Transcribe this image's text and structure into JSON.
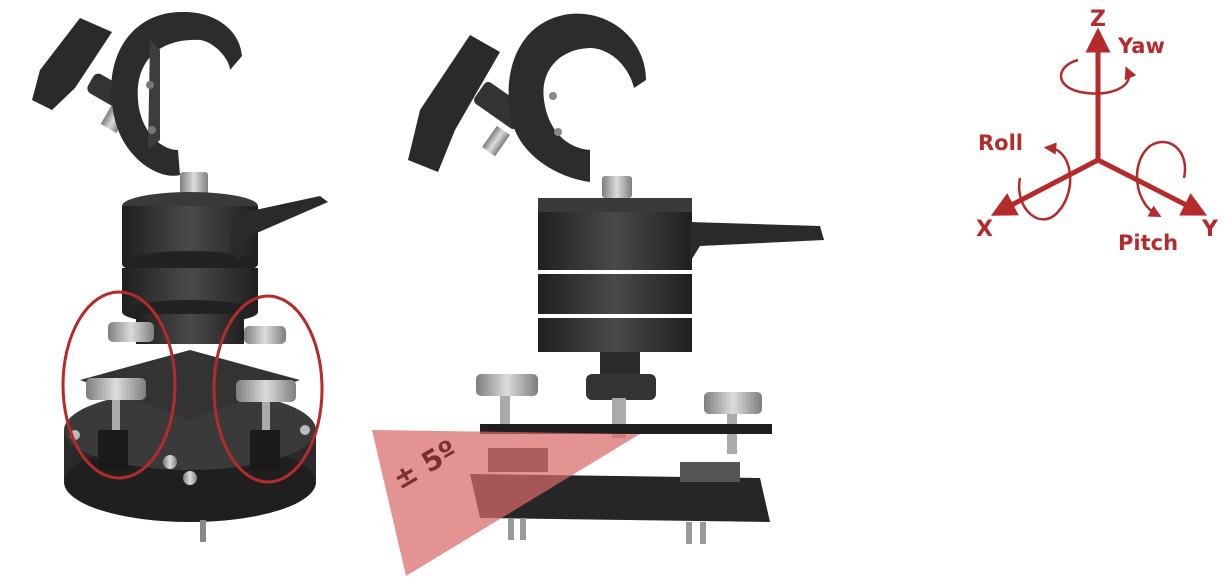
{
  "axes": {
    "z": "Z",
    "x": "X",
    "y": "Y",
    "yaw": "Yaw",
    "roll": "Roll",
    "pitch": "Pitch"
  },
  "tilt_label": "± 5º",
  "colors": {
    "accent": "#b52a2a",
    "tilt_wedge": "#d96a6a",
    "metal_dark": "#2b2b2b",
    "metal_mid": "#3c3c3c",
    "bolt": "#9a9a9a"
  }
}
